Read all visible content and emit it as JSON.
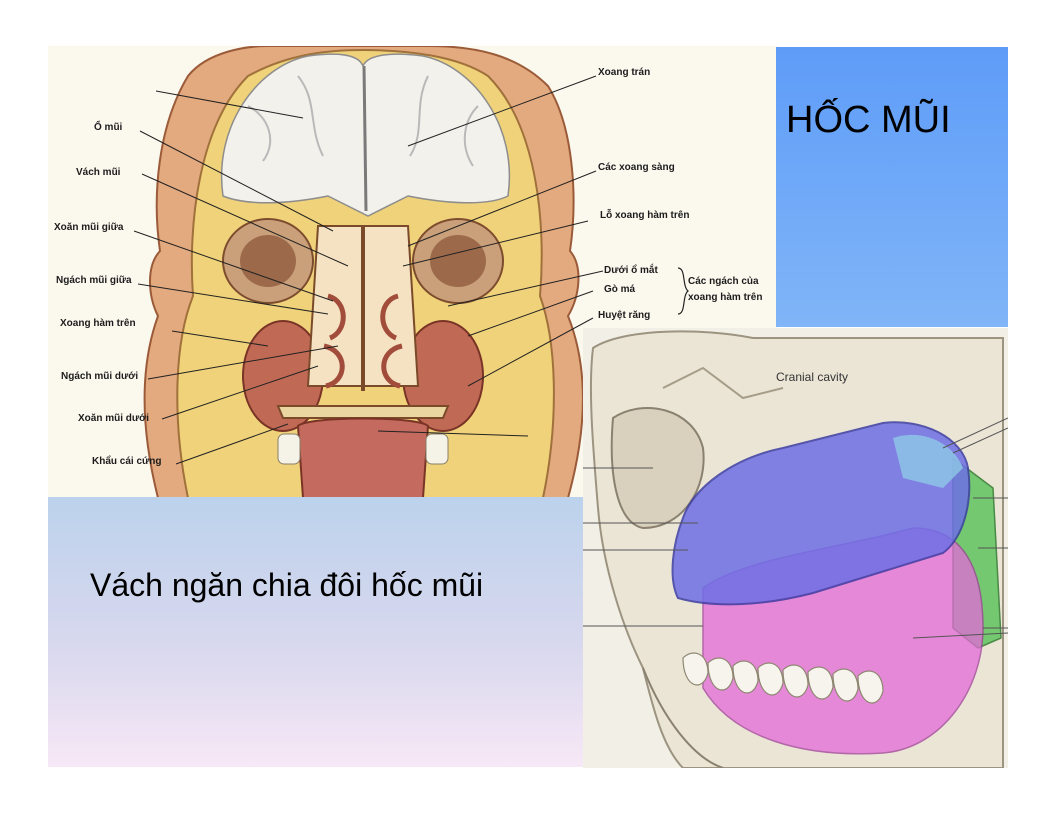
{
  "slide": {
    "title": "HỐC MŨI",
    "caption": "Vách ngăn chia đôi hốc mũi"
  },
  "figure_coronal": {
    "labels_left": [
      "Ổ mũi",
      "Vách mũi",
      "Xoăn mũi giữa",
      "Ngách mũi giữa",
      "Xoang hàm trên",
      "Ngách mũi dưới",
      "Xoăn mũi dưới",
      "Khẩu cái cứng"
    ],
    "labels_right": [
      "Xoang trán",
      "Các xoang sàng",
      "Lỗ xoang hàm trên",
      "Dưới ổ mắt",
      "Gò má",
      "Huyệt răng"
    ],
    "brace_label_line1": "Các ngách của",
    "brace_label_line2": "xoang hàm trên"
  },
  "figure_lateral": {
    "label": "Cranial cavity"
  },
  "colors": {
    "title_bg_top": "#5e9cf8",
    "title_bg_bottom": "#80b5f7",
    "caption_bg_top": "#bcd2ec",
    "caption_bg_bottom": "#f7e8f6",
    "nasal_region": "#6e6fe6",
    "maxillary_region": "#e36ad8",
    "green_region": "#5fc45f"
  }
}
